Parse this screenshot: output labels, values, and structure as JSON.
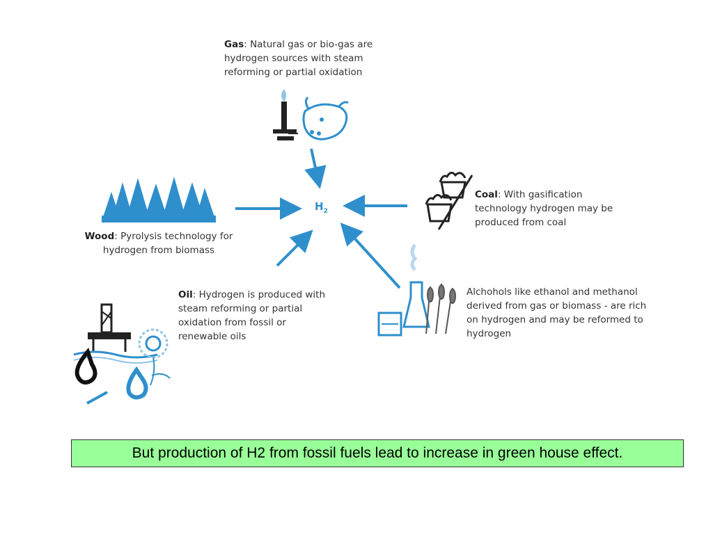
{
  "diagram": {
    "center": {
      "symbol": "H",
      "subscript": "2"
    },
    "sources": [
      {
        "id": "gas",
        "term": "Gas",
        "text": ": Natural gas or bio-gas are hydrogen sources with steam reforming or partial oxidation"
      },
      {
        "id": "wood",
        "term": "Wood",
        "text": ": Pyrolysis technology for hydrogen from biomass"
      },
      {
        "id": "coal",
        "term": "Coal",
        "text": ": With gasification technology hydrogen may be produced from coal"
      },
      {
        "id": "oil",
        "term": "Oil",
        "text": ": Hydrogen is produced with steam reforming or partial oxidation from fossil or renewable oils"
      },
      {
        "id": "alcohols",
        "term": "",
        "text": "Alchohols like ethanol and methanol derived from gas or biomass - are rich on hydrogen and may be reformed to hydrogen"
      }
    ]
  },
  "note": "But production of H2 from fossil fuels lead to increase in green house effect.",
  "colors": {
    "accent": "#2f8fcc",
    "note_bg": "#99ff99"
  }
}
